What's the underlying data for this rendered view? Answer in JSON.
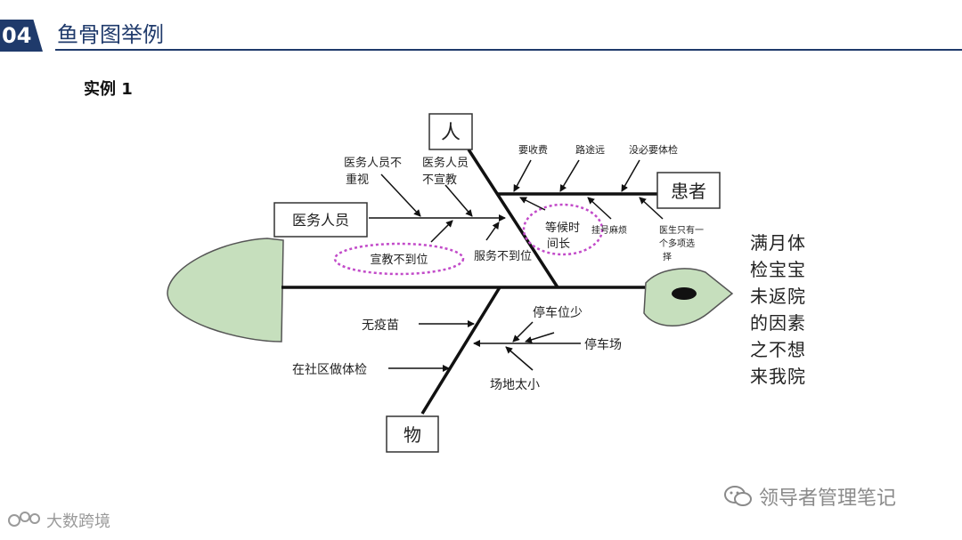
{
  "header": {
    "number": "04",
    "title": "鱼骨图举例"
  },
  "example_label": "实例 1",
  "diagram": {
    "categories": {
      "people": "人",
      "patient": "患者",
      "things": "物"
    },
    "medical_staff_box": "医务人员",
    "causes": {
      "staff_not_valued_1": "医务人员不",
      "staff_not_valued_2": "重视",
      "staff_not_publicized_1": "医务人员",
      "staff_not_publicized_2": "不宣教",
      "publicity_inadequate": "宣教不到位",
      "service_inadequate": "服务不到位",
      "long_wait_1": "等候时",
      "long_wait_2": "间长",
      "charges": "要收费",
      "far_distance": "路途远",
      "no_need_checkup": "没必要体检",
      "registration_hassle": "挂号麻烦",
      "doctor_choice_1": "医生只有一",
      "doctor_choice_2": "个多项选",
      "doctor_choice_3": "择",
      "no_vaccine": "无疫苗",
      "community_checkup": "在社区做体检",
      "few_parking": "停车位少",
      "parking_lot": "停车场",
      "small_venue": "场地太小"
    },
    "effect": "满月体检宝宝未返院的因素之不想来我院"
  },
  "watermarks": {
    "right": "领导者管理笔记",
    "left": "大数跨境"
  },
  "colors": {
    "header": "#1f3a6b",
    "fish_fill": "#c6dfbd",
    "highlight_ellipse": "#c24bc9"
  }
}
